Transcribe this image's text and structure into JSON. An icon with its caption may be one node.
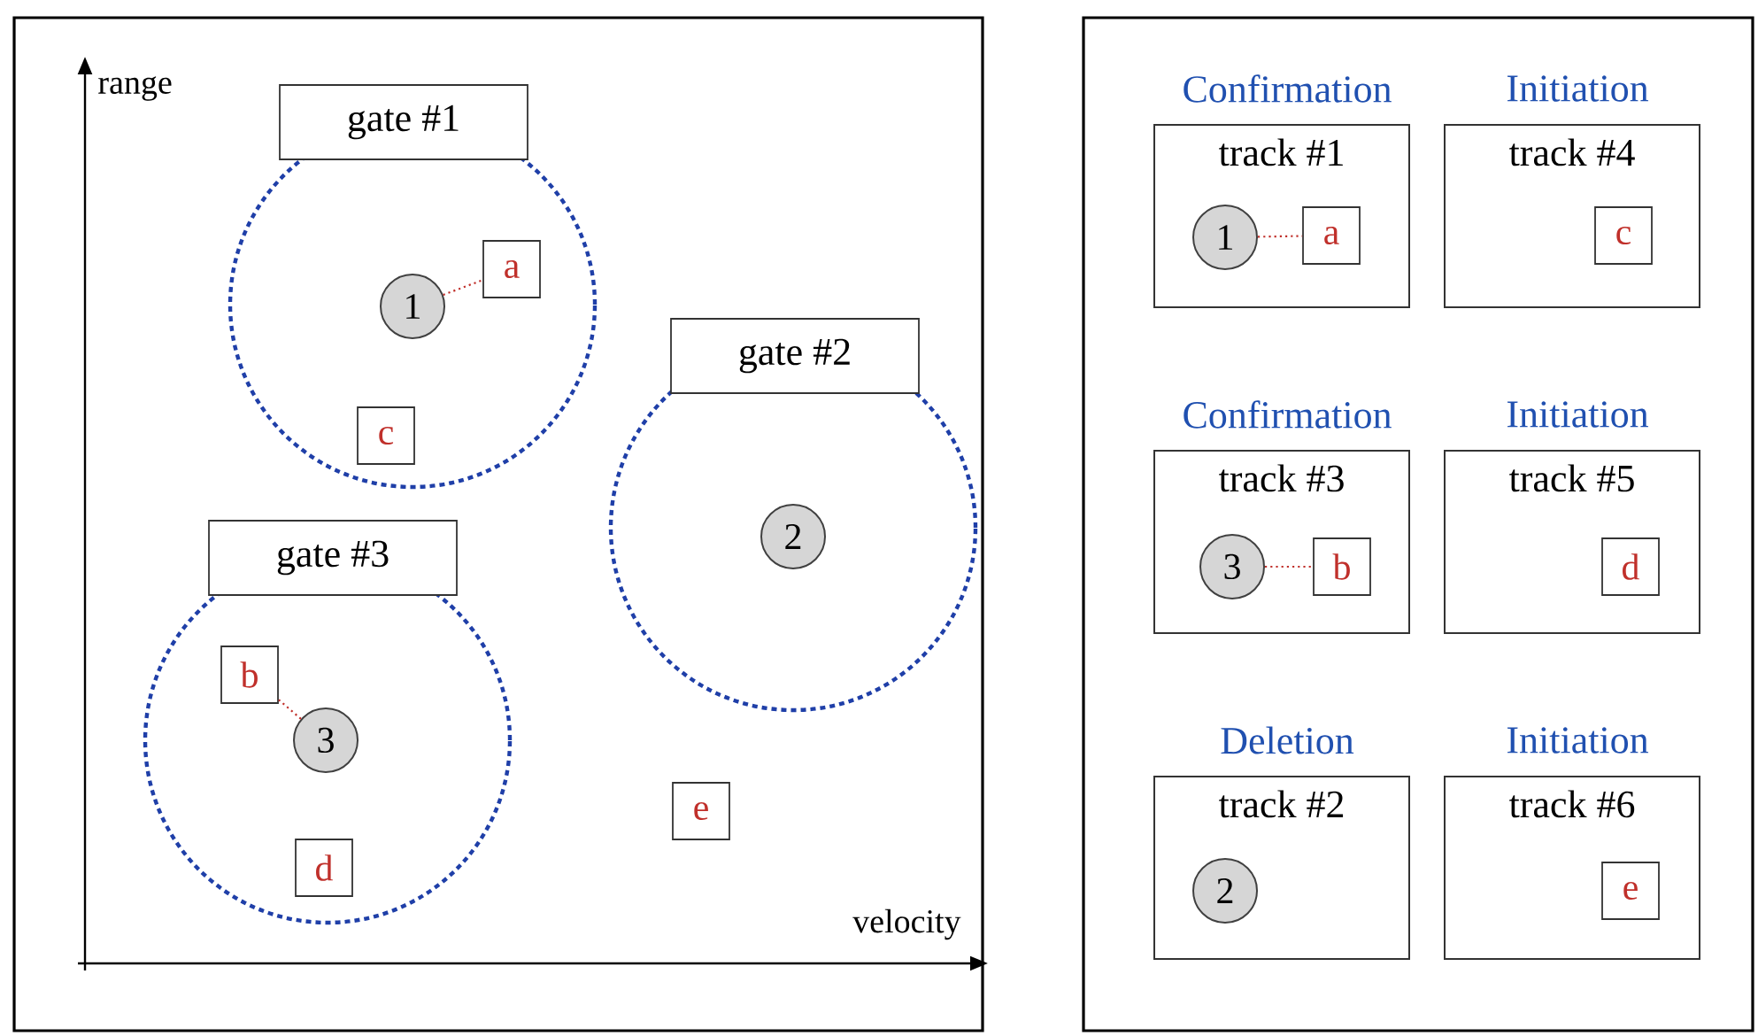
{
  "diagram": {
    "nodes": [
      {
        "text": [
          "gate #1"
        ]
      },
      {
        "text": [
          "1"
        ],
        "in": 0
      },
      {
        "text": [
          "a"
        ],
        "in": 0
      },
      {
        "text": [
          "c"
        ],
        "in": 0
      },
      {
        "text": [
          "gate #2"
        ]
      },
      {
        "text": [
          "2"
        ],
        "in": 4
      },
      {
        "text": [
          "gate #3"
        ]
      },
      {
        "text": [
          "b"
        ],
        "in": 6
      },
      {
        "text": [
          "3"
        ],
        "in": 6
      },
      {
        "text": [
          "d"
        ],
        "in": 6
      },
      {
        "text": [
          "e"
        ]
      },
      {
        "text": [
          "Confirmation",
          "track #1"
        ]
      },
      {
        "text": [
          "1"
        ],
        "in": 11
      },
      {
        "text": [
          "a"
        ],
        "in": 11
      },
      {
        "text": [
          "Initiation",
          "track #4"
        ]
      },
      {
        "text": [
          "c"
        ],
        "in": 14
      },
      {
        "text": [
          "Confirmation",
          "track #3"
        ]
      },
      {
        "text": [
          "3"
        ],
        "in": 16
      },
      {
        "text": [
          "b"
        ],
        "in": 16
      },
      {
        "text": [
          "Initiation",
          "track #5"
        ]
      },
      {
        "text": [
          "d"
        ],
        "in": 19
      },
      {
        "text": [
          "Deletion",
          "track #2"
        ]
      },
      {
        "text": [
          "2"
        ],
        "in": 21
      },
      {
        "text": [
          "Initiation",
          "track #6"
        ]
      },
      {
        "text": [
          "e"
        ],
        "in": 23
      }
    ],
    "edges": [
      {
        "from": 1,
        "to": 2,
        "arrow": "none"
      },
      {
        "from": 8,
        "to": 7,
        "arrow": "none"
      },
      {
        "from": 12,
        "to": 13,
        "arrow": "none"
      },
      {
        "from": 17,
        "to": 18,
        "arrow": "none"
      }
    ],
    "labels": [
      "range",
      "velocity"
    ]
  }
}
